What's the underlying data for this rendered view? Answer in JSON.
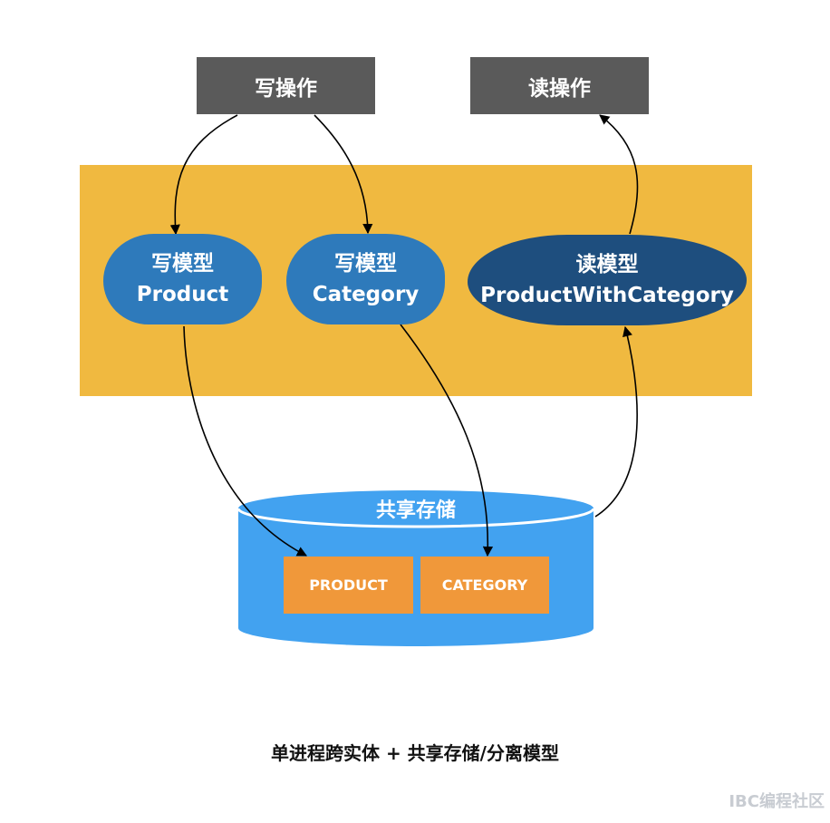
{
  "operations": {
    "write": "写操作",
    "read": "读操作"
  },
  "models": {
    "write_product": {
      "title": "写模型",
      "name": "Product"
    },
    "write_category": {
      "title": "写模型",
      "name": "Category"
    },
    "read_model": {
      "title": "读模型",
      "name": "ProductWithCategory"
    }
  },
  "storage": {
    "label": "共享存储",
    "tables": [
      "PRODUCT",
      "CATEGORY"
    ]
  },
  "caption": "单进程跨实体 + 共享存储/分离模型",
  "watermark": "IBC编程社区",
  "colors": {
    "operation_box": "#5a5a5a",
    "model_band": "#f0b940",
    "write_model": "#2e7abb",
    "read_model": "#1e4e7e",
    "storage": "#42a2f0",
    "table": "#f0983a"
  }
}
